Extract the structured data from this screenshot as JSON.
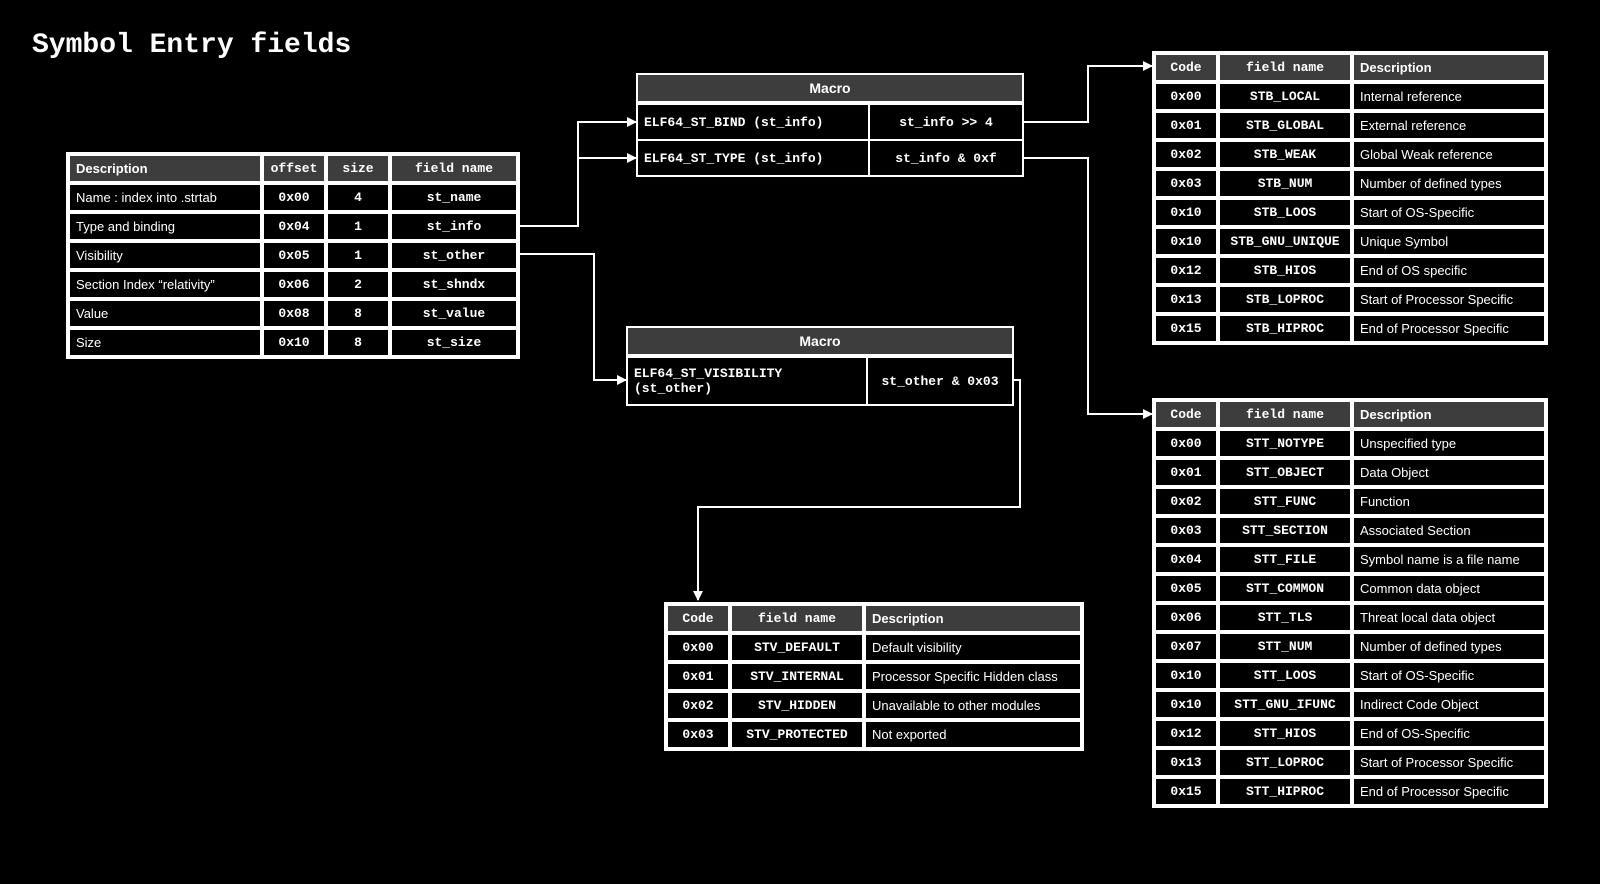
{
  "title": "Symbol Entry fields",
  "entry_table": {
    "headers": [
      "Description",
      "offset",
      "size",
      "field name"
    ],
    "rows": [
      [
        "Name : index into .strtab",
        "0x00",
        "4",
        "st_name"
      ],
      [
        "Type and binding",
        "0x04",
        "1",
        "st_info"
      ],
      [
        "Visibility",
        "0x05",
        "1",
        "st_other"
      ],
      [
        "Section Index “relativity”",
        "0x06",
        "2",
        "st_shndx"
      ],
      [
        "Value",
        "0x08",
        "8",
        "st_value"
      ],
      [
        "Size",
        "0x10",
        "8",
        "st_size"
      ]
    ]
  },
  "macro_info": {
    "header": "Macro",
    "rows": [
      [
        "ELF64_ST_BIND (st_info)",
        "st_info >> 4"
      ],
      [
        "ELF64_ST_TYPE (st_info)",
        "st_info & 0xf"
      ]
    ]
  },
  "macro_other": {
    "header": "Macro",
    "rows": [
      [
        "ELF64_ST_VISIBILITY\n(st_other)",
        "st_other & 0x03"
      ]
    ]
  },
  "stb_table": {
    "headers": [
      "Code",
      "field name",
      "Description"
    ],
    "rows": [
      [
        "0x00",
        "STB_LOCAL",
        "Internal reference"
      ],
      [
        "0x01",
        "STB_GLOBAL",
        "External reference"
      ],
      [
        "0x02",
        "STB_WEAK",
        "Global Weak reference"
      ],
      [
        "0x03",
        "STB_NUM",
        "Number of defined types"
      ],
      [
        "0x10",
        "STB_LOOS",
        "Start of OS-Specific"
      ],
      [
        "0x10",
        "STB_GNU_UNIQUE",
        "Unique Symbol"
      ],
      [
        "0x12",
        "STB_HIOS",
        "End of OS specific"
      ],
      [
        "0x13",
        "STB_LOPROC",
        "Start of Processor Specific"
      ],
      [
        "0x15",
        "STB_HIPROC",
        "End of Processor Specific"
      ]
    ]
  },
  "stt_table": {
    "headers": [
      "Code",
      "field name",
      "Description"
    ],
    "rows": [
      [
        "0x00",
        "STT_NOTYPE",
        "Unspecified type"
      ],
      [
        "0x01",
        "STT_OBJECT",
        "Data Object"
      ],
      [
        "0x02",
        "STT_FUNC",
        "Function"
      ],
      [
        "0x03",
        "STT_SECTION",
        "Associated Section"
      ],
      [
        "0x04",
        "STT_FILE",
        "Symbol name is a file name"
      ],
      [
        "0x05",
        "STT_COMMON",
        "Common data object"
      ],
      [
        "0x06",
        "STT_TLS",
        "Threat local data object"
      ],
      [
        "0x07",
        "STT_NUM",
        "Number of defined types"
      ],
      [
        "0x10",
        "STT_LOOS",
        "Start of OS-Specific"
      ],
      [
        "0x10",
        "STT_GNU_IFUNC",
        "Indirect Code Object"
      ],
      [
        "0x12",
        "STT_HIOS",
        "End of OS-Specific"
      ],
      [
        "0x13",
        "STT_LOPROC",
        "Start of Processor Specific"
      ],
      [
        "0x15",
        "STT_HIPROC",
        "End of Processor Specific"
      ]
    ]
  },
  "stv_table": {
    "headers": [
      "Code",
      "field name",
      "Description"
    ],
    "rows": [
      [
        "0x00",
        "STV_DEFAULT",
        "Default visibility"
      ],
      [
        "0x01",
        "STV_INTERNAL",
        "Processor Specific Hidden class"
      ],
      [
        "0x02",
        "STV_HIDDEN",
        "Unavailable to other modules"
      ],
      [
        "0x03",
        "STV_PROTECTED",
        "Not exported"
      ]
    ]
  }
}
